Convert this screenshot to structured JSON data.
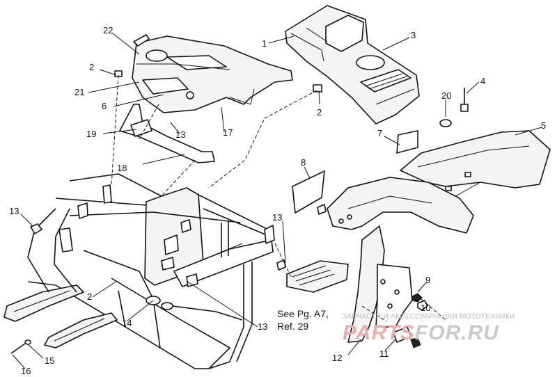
{
  "diagram": {
    "callouts": [
      "22",
      "1",
      "3",
      "2",
      "4",
      "21",
      "20",
      "6",
      "5",
      "19",
      "13",
      "17",
      "2",
      "18",
      "7",
      "8",
      "13",
      "13",
      "2",
      "14",
      "13",
      "9",
      "10",
      "15",
      "12",
      "11",
      "16"
    ],
    "reference_note": [
      "See Pg. A7,",
      "Ref. 29"
    ]
  },
  "watermark": {
    "line": "ЗАПЧАСТИ И АКСЕССУАРЫ ДЛЯ МОТОТЕХНИКИ",
    "logo_a": "PARTS",
    "logo_b": "FOR.RU"
  },
  "colors": {
    "ink": "#111111",
    "watermark_red": "#e7aeb1",
    "watermark_gray": "#c9c9c9"
  }
}
